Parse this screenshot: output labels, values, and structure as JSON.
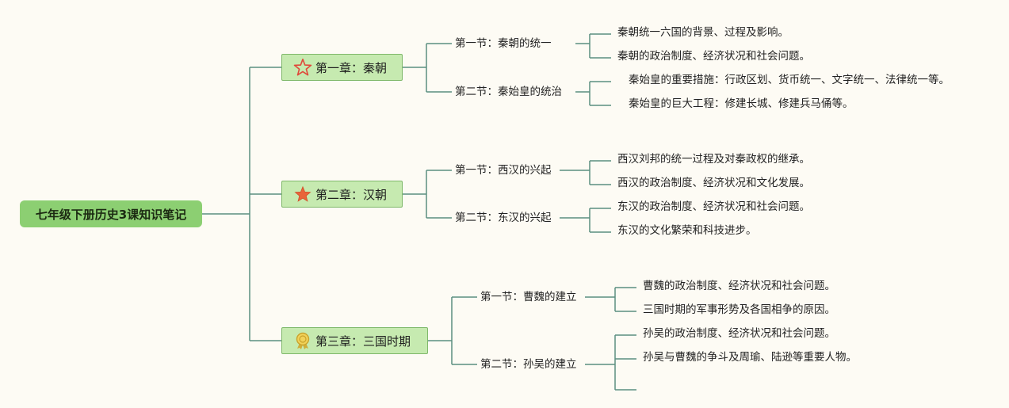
{
  "root": {
    "label": "七年级下册历史3课知识笔记"
  },
  "chapters": [
    {
      "label": "第一章：秦朝",
      "icon": "star-outline-icon",
      "sections": [
        {
          "label": "第一节：秦朝的统一",
          "points": [
            "秦朝统一六国的背景、过程及影响。",
            "秦朝的政治制度、经济状况和社会问题。"
          ]
        },
        {
          "label": "第二节：秦始皇的统治",
          "points": [
            "秦始皇的重要措施：行政区划、货币统一、文字统一、法律统一等。",
            "秦始皇的巨大工程：修建长城、修建兵马俑等。"
          ]
        }
      ]
    },
    {
      "label": "第二章：汉朝",
      "icon": "star-filled-icon",
      "sections": [
        {
          "label": "第一节：西汉的兴起",
          "points": [
            "西汉刘邦的统一过程及对秦政权的继承。",
            "西汉的政治制度、经济状况和文化发展。"
          ]
        },
        {
          "label": "第二节：东汉的兴起",
          "points": [
            "东汉的政治制度、经济状况和社会问题。",
            "东汉的文化繁荣和科技进步。"
          ]
        }
      ]
    },
    {
      "label": "第三章：三国时期",
      "icon": "medal-icon",
      "sections": [
        {
          "label": "第一节：曹魏的建立",
          "points": [
            "曹魏的政治制度、经济状况和社会问题。",
            "三国时期的军事形势及各国相争的原因。"
          ]
        },
        {
          "label": "第二节：孙吴的建立",
          "points": [
            "孙吴的政治制度、经济状况和社会问题。",
            "孙吴与曹魏的争斗及周瑜、陆逊等重要人物。",
            ""
          ]
        }
      ]
    }
  ],
  "colors": {
    "line": "#5b8f80",
    "root_bg": "#8ccf72",
    "chapter_bg": "#c6eab0",
    "chapter_border": "#7fb86a",
    "background": "#fdfbf4"
  }
}
